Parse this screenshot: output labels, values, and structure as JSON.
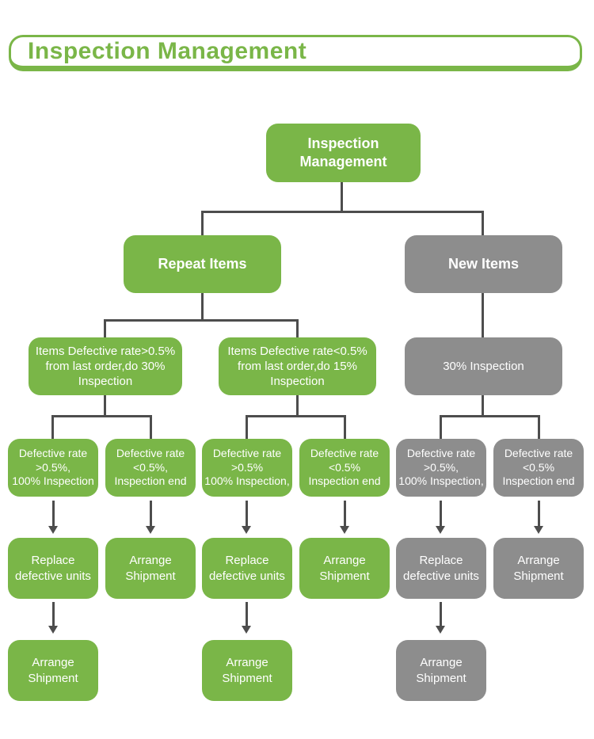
{
  "header": {
    "title": "Inspection Management"
  },
  "colors": {
    "accent_green": "#7ab648",
    "node_gray": "#8d8d8d",
    "connector": "#4d4d4d",
    "node_text": "#ffffff"
  },
  "nodes": {
    "root": {
      "lines": [
        "Inspection",
        "Management"
      ],
      "color": "green"
    },
    "repeat_items": {
      "label": "Repeat Items",
      "color": "green"
    },
    "new_items": {
      "label": "New Items",
      "color": "gray"
    },
    "repeat_high": {
      "lines": [
        "Items Defective rate>0.5%",
        "from last order,do 30%",
        "Inspection"
      ],
      "color": "green"
    },
    "repeat_low": {
      "lines": [
        "Items Defective rate<0.5%",
        "from last order,do 15%",
        "Inspection"
      ],
      "color": "green"
    },
    "new_inspection": {
      "label": "30% Inspection",
      "color": "gray"
    },
    "l4": [
      {
        "lines": [
          "Defective rate",
          ">0.5%,",
          "100% Inspection"
        ],
        "color": "green"
      },
      {
        "lines": [
          "Defective rate",
          "<0.5%,",
          "Inspection end"
        ],
        "color": "green"
      },
      {
        "lines": [
          "Defective rate",
          ">0.5%",
          "100% Inspection,"
        ],
        "color": "green"
      },
      {
        "lines": [
          "Defective rate",
          "<0.5%",
          "Inspection end"
        ],
        "color": "green"
      },
      {
        "lines": [
          "Defective rate",
          ">0.5%,",
          "100% Inspection,"
        ],
        "color": "gray"
      },
      {
        "lines": [
          "Defective rate",
          "<0.5%",
          "Inspection end"
        ],
        "color": "gray"
      }
    ],
    "l5": [
      {
        "lines": [
          "Replace",
          "defective units"
        ],
        "color": "green"
      },
      {
        "lines": [
          "Arrange",
          "Shipment"
        ],
        "color": "green"
      },
      {
        "lines": [
          "Replace",
          "defective units"
        ],
        "color": "green"
      },
      {
        "lines": [
          "Arrange",
          "Shipment"
        ],
        "color": "green"
      },
      {
        "lines": [
          "Replace",
          "defective units"
        ],
        "color": "gray"
      },
      {
        "lines": [
          "Arrange",
          "Shipment"
        ],
        "color": "gray"
      }
    ],
    "l6": [
      {
        "lines": [
          "Arrange",
          "Shipment"
        ],
        "color": "green"
      },
      {
        "lines": [
          "Arrange",
          "Shipment"
        ],
        "color": "green"
      },
      {
        "lines": [
          "Arrange",
          "Shipment"
        ],
        "color": "gray"
      }
    ]
  }
}
